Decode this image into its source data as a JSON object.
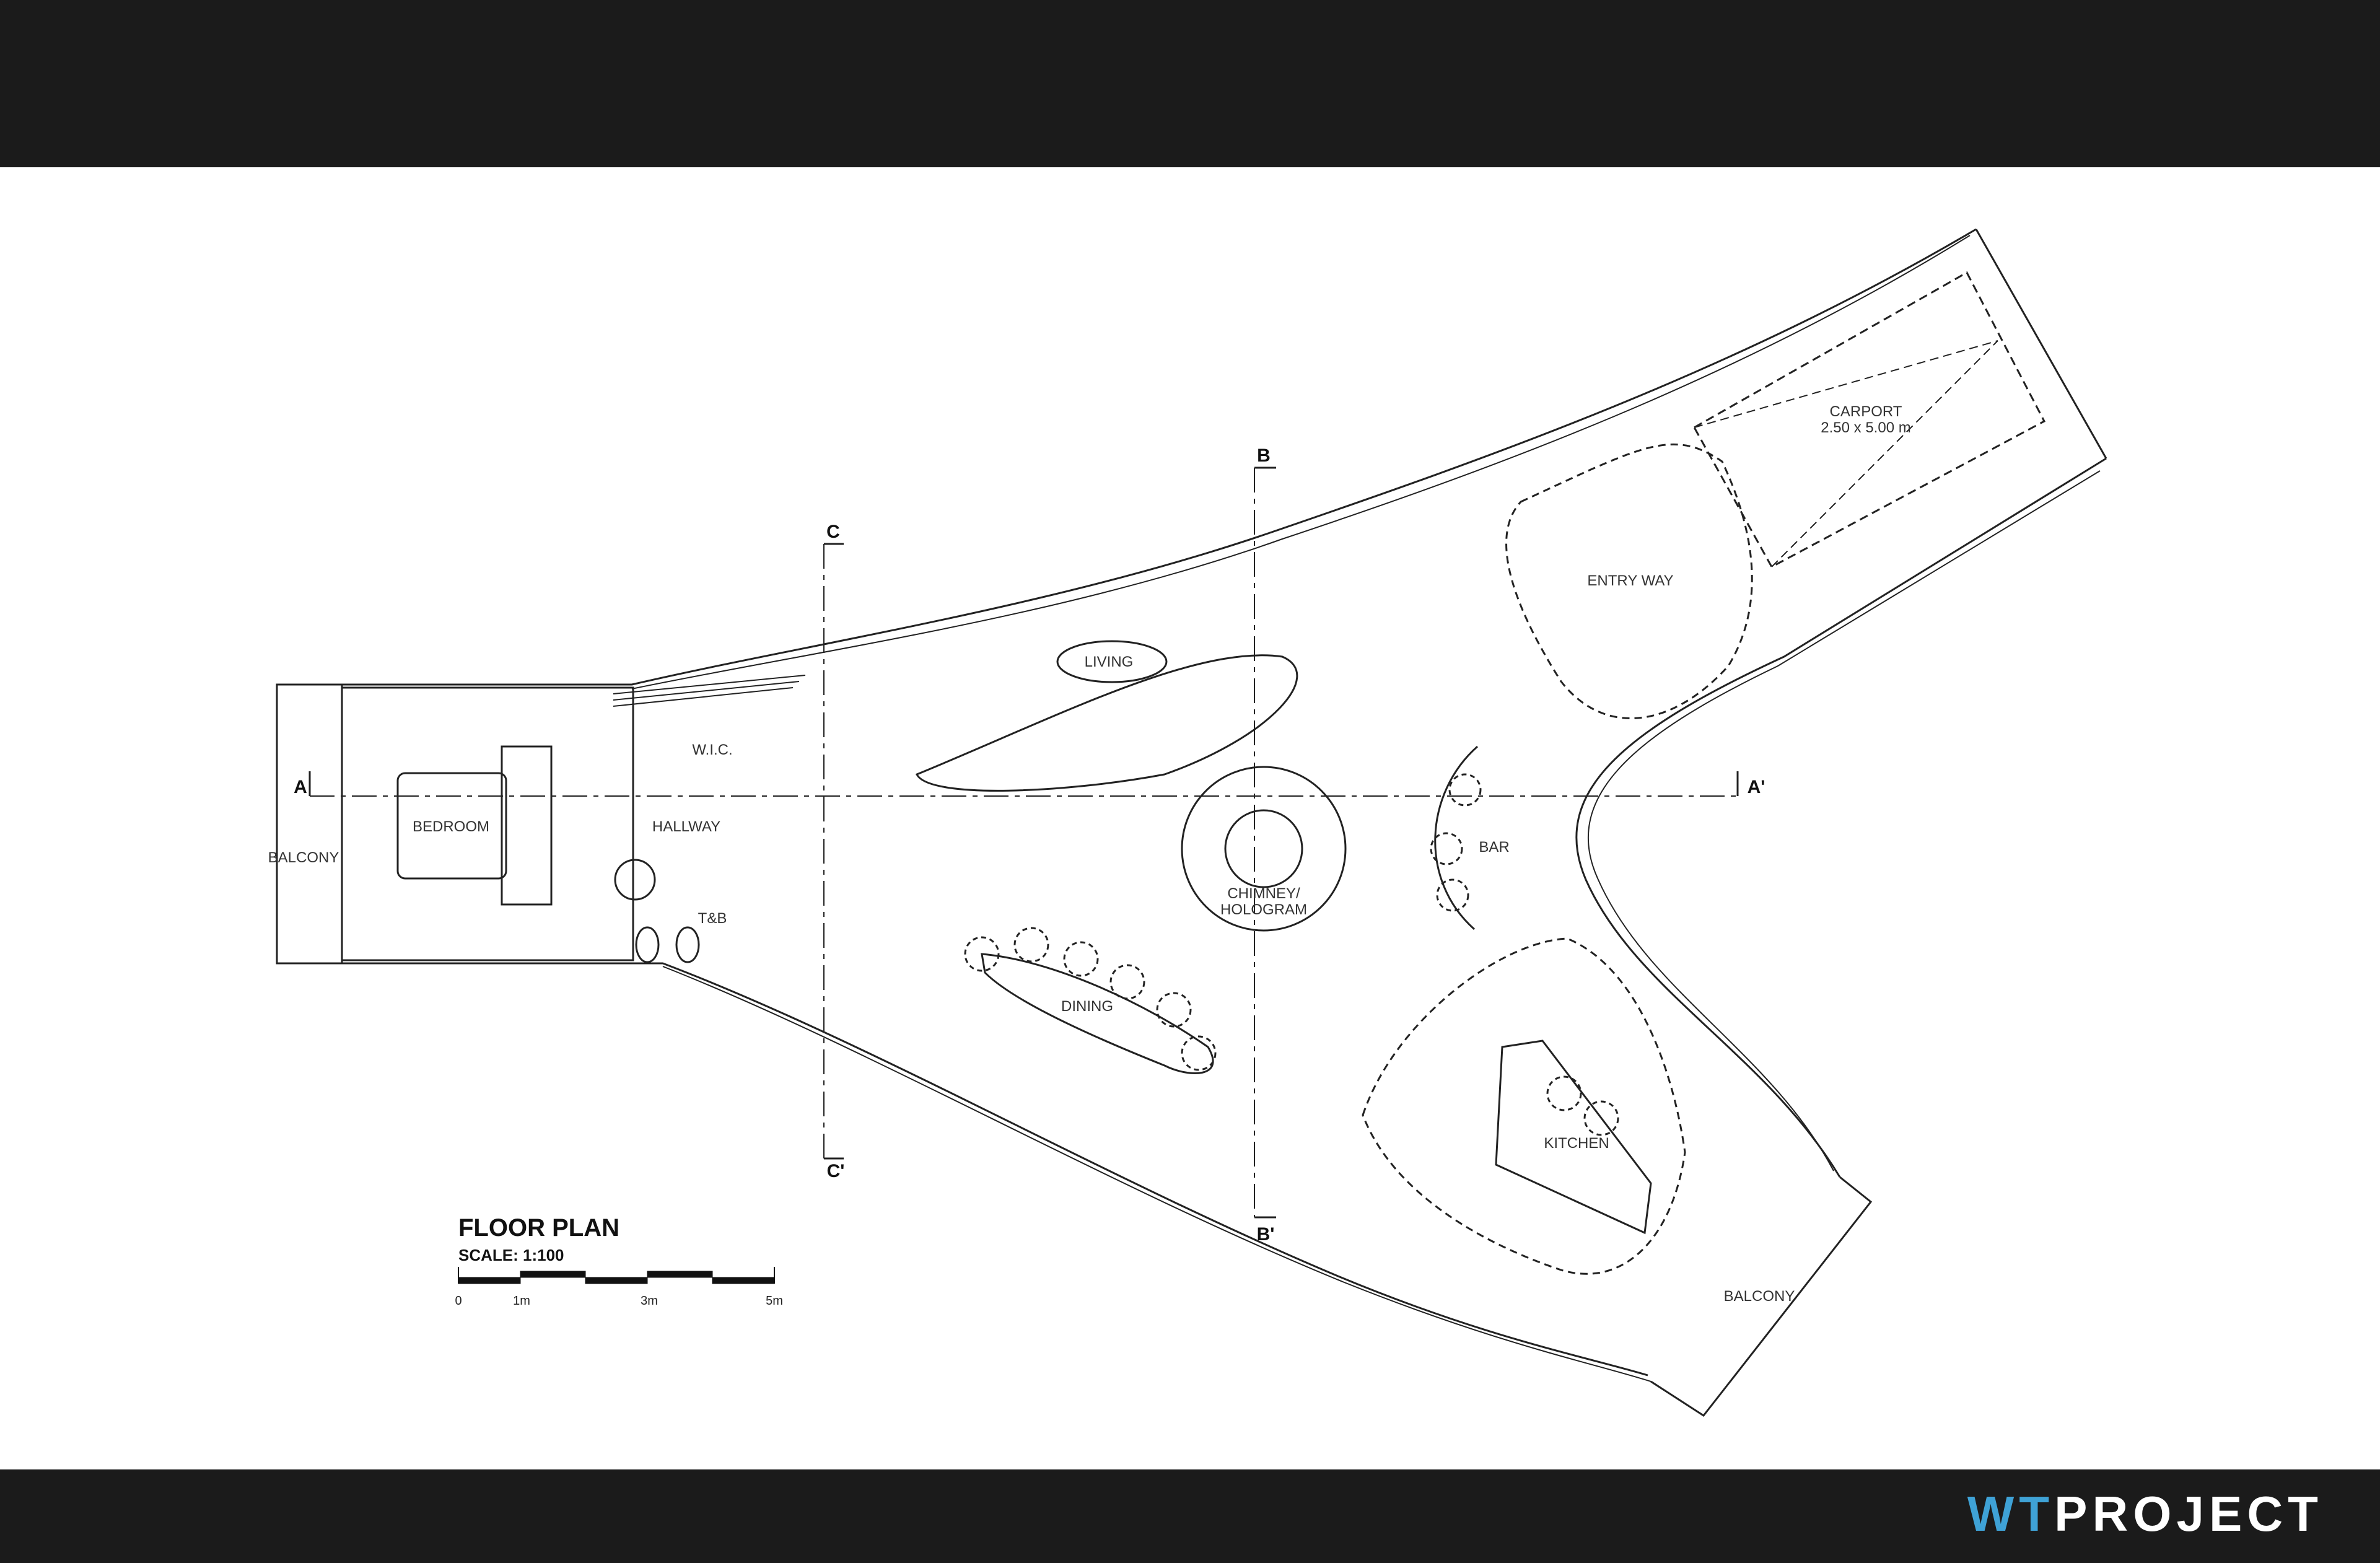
{
  "rooms": {
    "balcony_left": "BALCONY",
    "bedroom": "BEDROOM",
    "wic": "W.I.C.",
    "hallway": "HALLWAY",
    "tnb": "T&B",
    "living": "LIVING",
    "chimney_line1": "CHIMNEY/",
    "chimney_line2": "HOLOGRAM",
    "dining": "DINING",
    "bar": "BAR",
    "entry": "ENTRY WAY",
    "carport_line1": "CARPORT",
    "carport_line2": "2.50 x 5.00 m",
    "kitchen": "KITCHEN",
    "balcony_right": "BALCONY"
  },
  "section_marks": {
    "a": "A",
    "a_prime": "A'",
    "b": "B",
    "b_prime": "B'",
    "c": "C",
    "c_prime": "C'"
  },
  "title_block": {
    "title": "FLOOR PLAN",
    "scale": "SCALE: 1:100",
    "ticks": [
      "0",
      "1m",
      "3m",
      "5m"
    ]
  },
  "brand": {
    "wt": "WT",
    "project": "PROJECT",
    "accent_color": "#3fa2d6"
  }
}
